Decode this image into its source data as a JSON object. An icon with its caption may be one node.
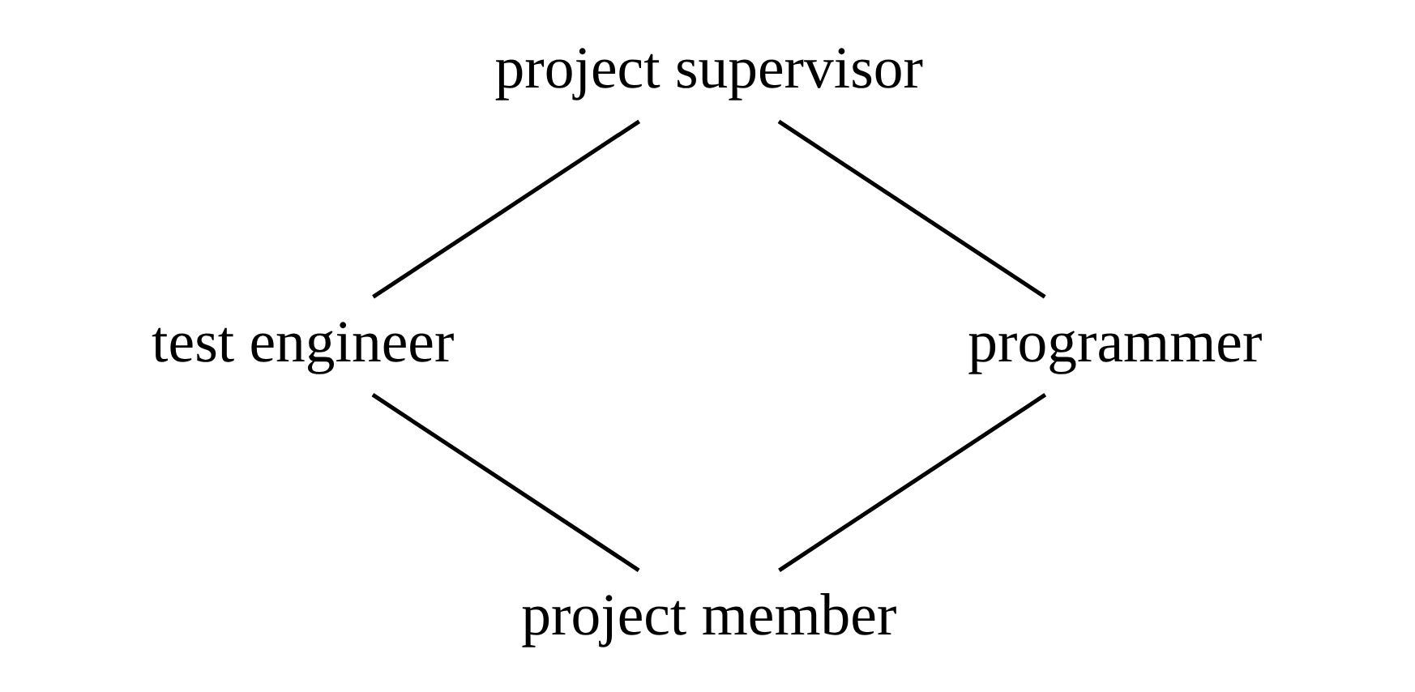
{
  "diagram": {
    "nodes": [
      {
        "text": [
          "project supervisor"
        ]
      },
      {
        "text": [
          "test engineer"
        ]
      },
      {
        "text": [
          "programmer"
        ]
      },
      {
        "text": [
          "project member"
        ]
      }
    ],
    "edges": [
      {
        "from": 0,
        "to": 1,
        "arrow": "none"
      },
      {
        "from": 0,
        "to": 2,
        "arrow": "none"
      },
      {
        "from": 1,
        "to": 3,
        "arrow": "none"
      },
      {
        "from": 2,
        "to": 3,
        "arrow": "none"
      }
    ]
  }
}
